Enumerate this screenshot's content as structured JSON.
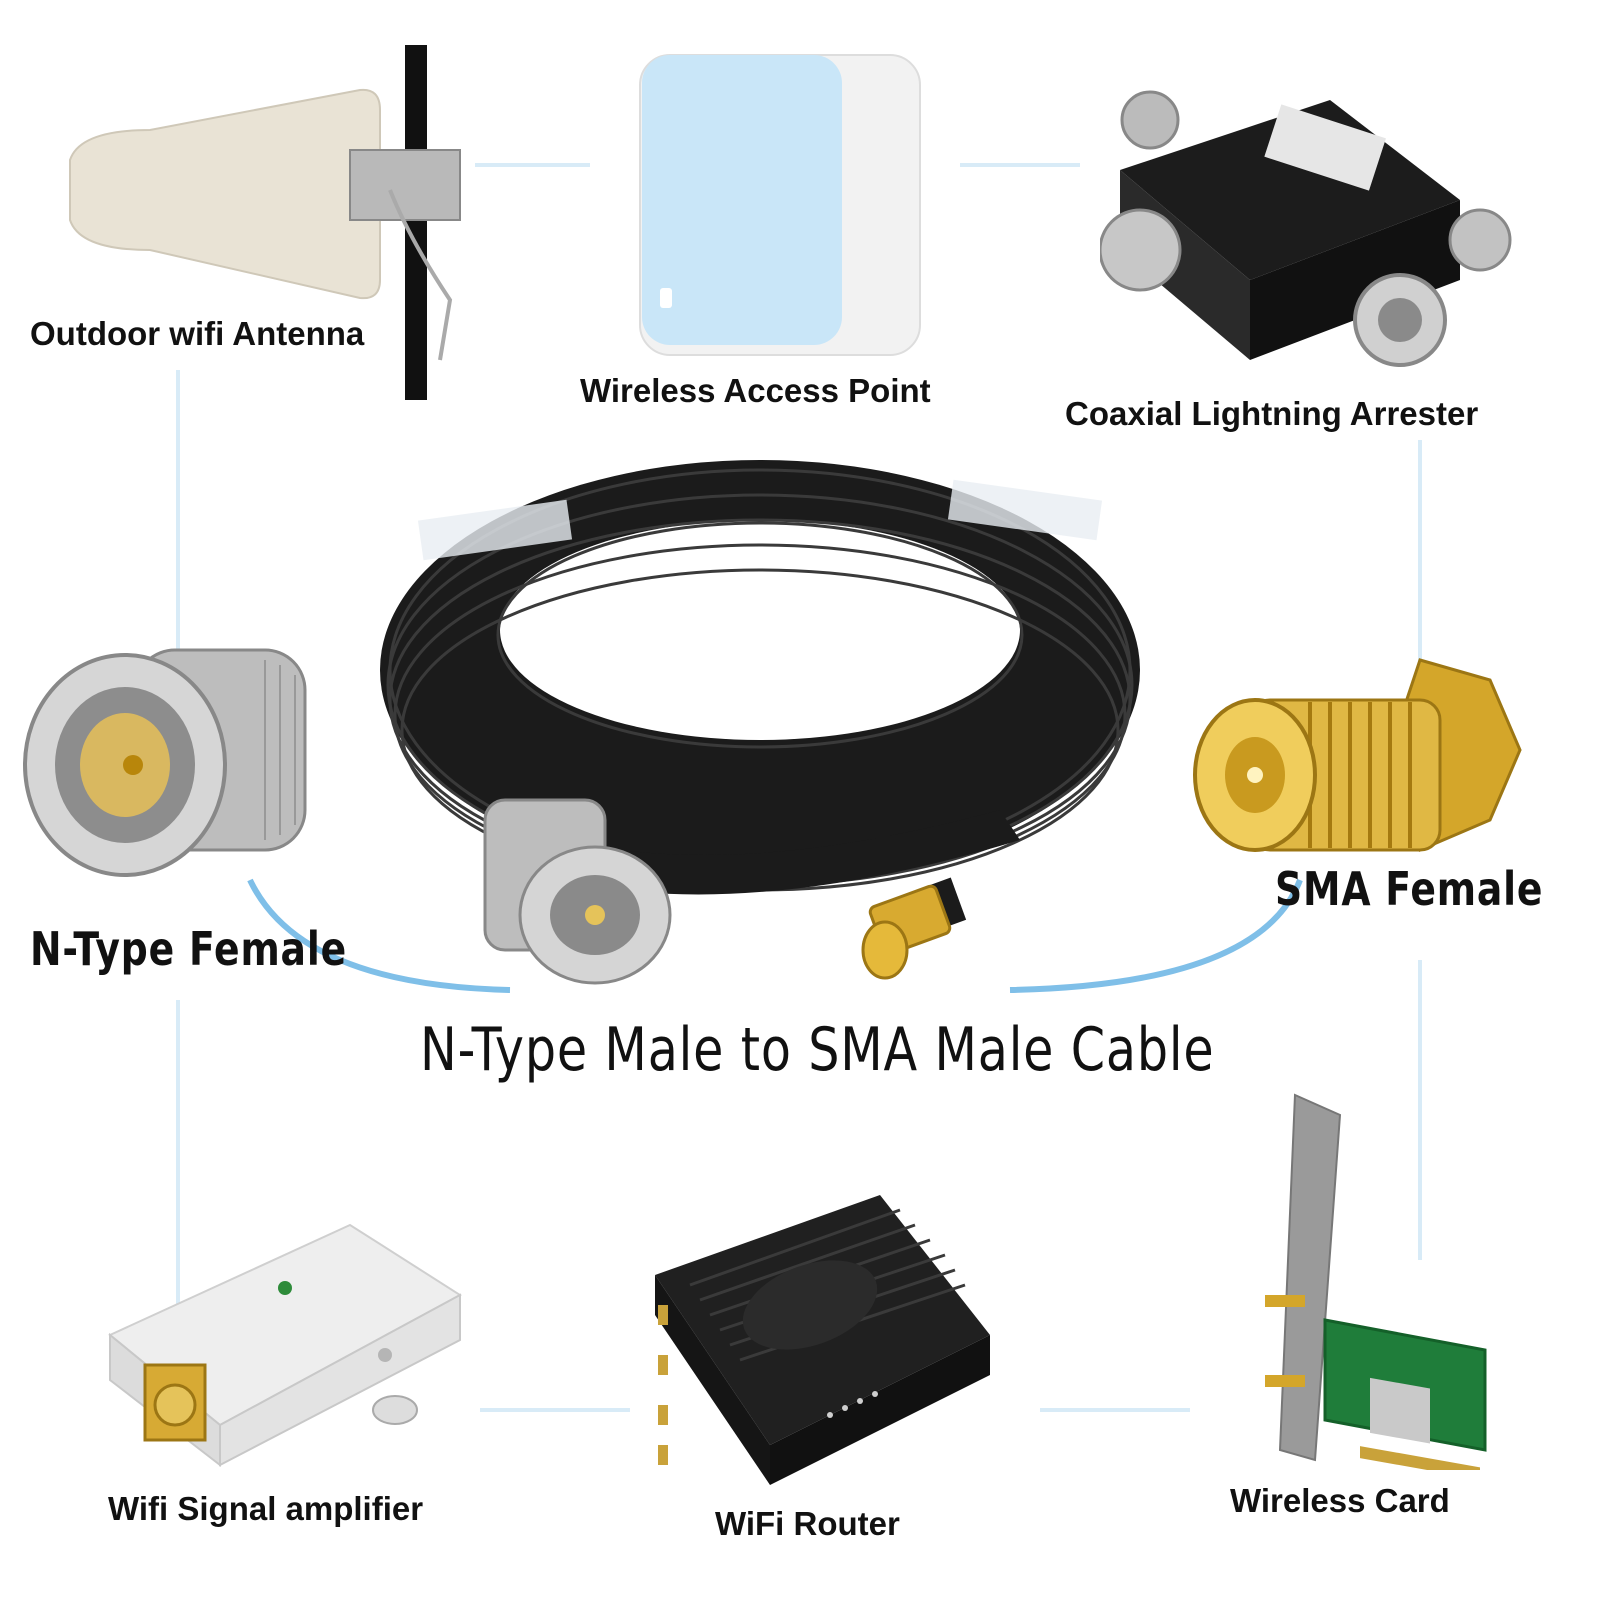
{
  "colors": {
    "connector_line": "#cfe6f5",
    "arc": "#7fbfe8",
    "text": "#111111",
    "cable": "#1a1a1a"
  },
  "items": {
    "outdoor_antenna": {
      "label": "Outdoor wifi Antenna",
      "icon": "antenna-icon"
    },
    "access_point": {
      "label": "Wireless Access Point",
      "icon": "access-point-icon"
    },
    "lightning_arrester": {
      "label": "Coaxial Lightning Arrester",
      "icon": "lightning-arrester-icon"
    },
    "n_type_female": {
      "label": "N-Type Female",
      "icon": "n-type-female-connector-icon"
    },
    "sma_female": {
      "label": "SMA Female",
      "icon": "sma-female-connector-icon"
    },
    "cable": {
      "label": "N-Type Male to SMA Male Cable",
      "icon": "coax-cable-coil-icon"
    },
    "signal_amplifier": {
      "label": "Wifi Signal amplifier",
      "icon": "signal-amplifier-icon"
    },
    "wifi_router": {
      "label": "WiFi Router",
      "icon": "wifi-router-icon"
    },
    "wireless_card": {
      "label": "Wireless Card",
      "icon": "wireless-card-icon"
    }
  }
}
